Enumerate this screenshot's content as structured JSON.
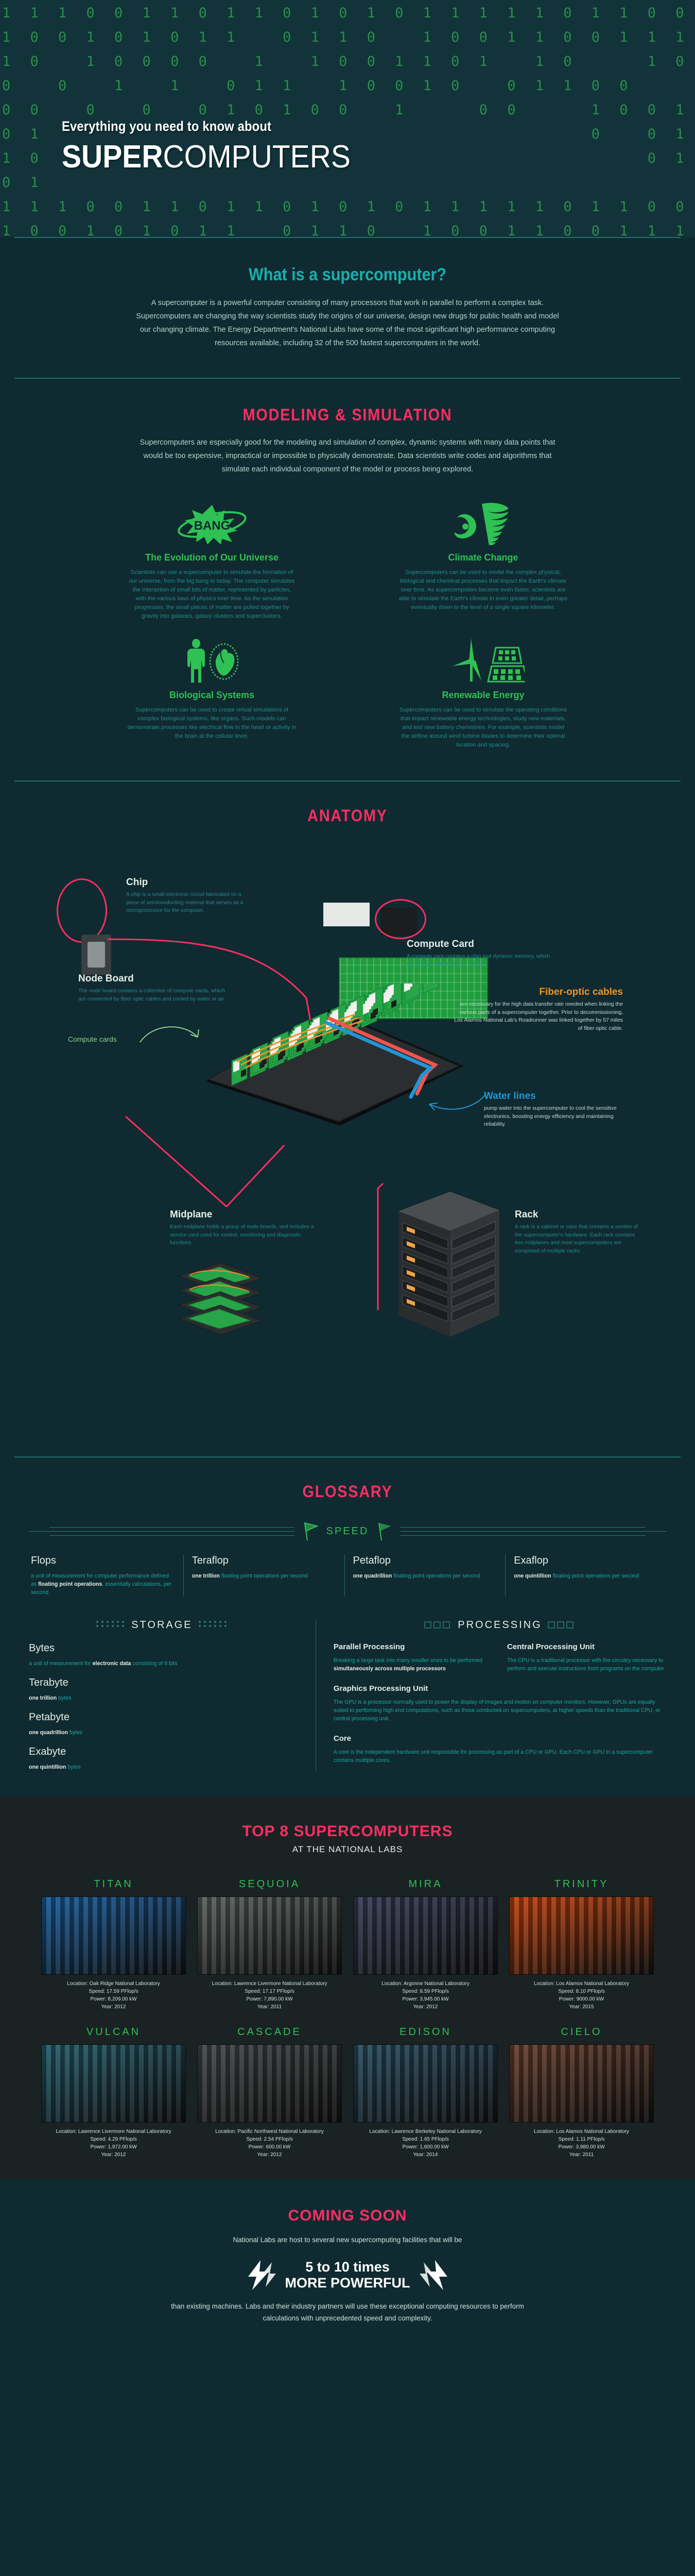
{
  "hero": {
    "kicker": "Everything you need to know about",
    "title_bold": "SUPER",
    "title_light": "COMPUTERS",
    "binary_rows": [
      "1 1 1 0 0 1 1 0 1 1 0 1 0 1 0 1 1 1 1 1 0 1 1 0 0 1 0 1 1 0 1 0 1 1",
      "1 0 0 1 0 1 0 1 1   0 1 1 0   1 0 0 1 1 0 0 1 1 1 1 1 1 0 1 1     1",
      "1 0   1 0 0 0 0   1   1 0 0 1 1 0 1   1 0     1 0 0 1 0 0 1 1 0 1 0",
      "0   0   1   1   0 1 1   1 0 0 1 0   0 1 1 0 0     0 1 0   0     0 0",
      "0 0   0   0   0 1 0 1 0 0   1     0 0     1 0 0 1 1     0   0 1   1",
      "0 1                                       0   0 1 0     0        1",
      "1 0                                           0 1   1 1 0 1 0    1",
      "0 1                                                             0 1"
    ]
  },
  "what_is": {
    "heading": "What is a supercomputer?",
    "body": "A supercomputer is a powerful computer consisting of many processors that work in parallel to perform a complex task. Supercomputers are changing the way scientists study the origins of our universe, design new drugs for public health and model our changing climate. The Energy Department's National Labs have some of the most significant high performance computing resources available, including 32 of the 500 fastest supercomputers in the world."
  },
  "modeling": {
    "heading": "MODELING & SIMULATION",
    "body": "Supercomputers are especially good for the modeling and simulation of complex, dynamic systems with many data points that would be too expensive, impractical or impossible to physically demonstrate. Data scientists write codes and algorithms that simulate each individual component of the model or process being explored.",
    "cards": [
      {
        "icon": "big-bang-icon",
        "title": "The Evolution of Our Universe",
        "text": "Scientists can use a supercomputer to simulate the formation of our universe, from the big bang to today. The computer simulates the interaction of small bits of matter, represented by particles, with the various laws of physics over time. As the simulation progresses, the small pieces of matter are pulled together by gravity into galaxies, galaxy clusters and superclusters."
      },
      {
        "icon": "hurricane-tornado-icon",
        "title": "Climate Change",
        "text": "Supercomputers can be used to model the complex physical, biological and chemical processes that impact the Earth's climate over time. As supercomputers become even faster, scientists are able to simulate the Earth's climate in even greater detail, perhaps eventually down to the level of a single square kilometer."
      },
      {
        "icon": "human-heart-icon",
        "title": "Biological Systems",
        "text": "Supercomputers can be used to create virtual simulations of complex biological systems, like organs. Such models can demonstrate processes like electrical flow in the heart or activity in the brain at the cellular level."
      },
      {
        "icon": "wind-turbine-solar-icon",
        "title": "Renewable Energy",
        "text": "Supercomputers can be used to simulate the operating conditions that impact renewable energy technologies, study new materials, and test new battery chemistries. For example, scientists model the airflow around wind turbine blades to determine their optimal location and spacing."
      }
    ]
  },
  "anatomy": {
    "heading": "ANATOMY",
    "parts": [
      {
        "icon": "chip-icon",
        "title": "Chip",
        "text": "A chip is a small electronic circuit fabricated on a piece of semiconducting material that serves as a microprocessor for the computer."
      },
      {
        "icon": "compute-card-icon",
        "title": "Compute Card",
        "text": "A compute card contains a chip and dynamic memory, which are known collectively as a node."
      },
      {
        "icon": "node-board-icon",
        "title": "Node Board",
        "text": "The node board contains a collection of compute cards, which are connected by fiber optic cables and cooled by water or air."
      },
      {
        "icon": "fiber-optic-icon",
        "title": "Fiber-optic cables",
        "text": "are necessary for the high data transfer rate needed when linking the various parts of a supercomputer together. Prior to decommissioning, Los Alamos National Lab's Roadrunner was linked together by 57 miles of fiber optic cable."
      },
      {
        "icon": "water-lines-icon",
        "title": "Water lines",
        "text": "pump water into the supercomputer to cool the sensitive electronics, boosting energy efficiency and maintaining reliability."
      },
      {
        "icon": "midplane-icon",
        "title": "Midplane",
        "text": "Each midplane holds a group of node boards, and includes a service card used for control, monitoring and diagnostic functions."
      },
      {
        "icon": "rack-icon",
        "title": "Rack",
        "text": "A rack is a cabinet or case that contains a section of the supercomputer's hardware. Each rack contains two midplanes and most supercomputers are comprised of multiple racks."
      }
    ],
    "callout_compute_cards": "Compute cards"
  },
  "glossary": {
    "heading": "GLOSSARY",
    "bands": {
      "speed": "SPEED",
      "storage": "STORAGE",
      "processing": "PROCESSING"
    },
    "speed": [
      {
        "term": "Flops",
        "def_parts": [
          {
            "t": "a unit of measurement for computer performance defined as ",
            "b": false
          },
          {
            "t": "floating point operations",
            "b": true
          },
          {
            "t": ", essentially calculations, per second",
            "b": false
          }
        ]
      },
      {
        "term": "Teraflop",
        "def_parts": [
          {
            "t": "one trillion",
            "b": true
          },
          {
            "t": " floating point operations per second",
            "b": false
          }
        ]
      },
      {
        "term": "Petaflop",
        "def_parts": [
          {
            "t": "one quadrillion",
            "b": true
          },
          {
            "t": " floating point operations per second",
            "b": false
          }
        ]
      },
      {
        "term": "Exaflop",
        "def_parts": [
          {
            "t": "one quintillion",
            "b": true
          },
          {
            "t": " floating point operations per second",
            "b": false
          }
        ]
      }
    ],
    "storage": [
      {
        "term": "Bytes",
        "def_parts": [
          {
            "t": "a unit of measurement for ",
            "b": false
          },
          {
            "t": "electronic data",
            "b": true
          },
          {
            "t": " consisting of 8 bits",
            "b": false
          }
        ]
      },
      {
        "term": "Terabyte",
        "def_parts": [
          {
            "t": "one trillion",
            "b": true
          },
          {
            "t": " bytes",
            "b": false
          }
        ]
      },
      {
        "term": "Petabyte",
        "def_parts": [
          {
            "t": "one quadrillion",
            "b": true
          },
          {
            "t": " bytes",
            "b": false
          }
        ]
      },
      {
        "term": "Exabyte",
        "def_parts": [
          {
            "t": "one quintillion",
            "b": true
          },
          {
            "t": " bytes",
            "b": false
          }
        ]
      }
    ],
    "processing": [
      {
        "term": "Parallel Processing",
        "def_parts": [
          {
            "t": "Breaking a large task into many smaller ones to be performed ",
            "b": false
          },
          {
            "t": "simultaneously across multiple processors",
            "b": true
          }
        ]
      },
      {
        "term": "Central Processing Unit",
        "def_parts": [
          {
            "t": "The CPU is a traditional processor with the circuitry necessary to perform and execute instructions from programs on the computer",
            "b": false
          }
        ]
      },
      {
        "term": "Graphics Processing Unit",
        "def_parts": [
          {
            "t": "The GPU is a processor normally used to power the display of images and motion on computer monitors. However, GPUs are equally suited to performing high end computations, such as those conducted on supercomputers, at higher speeds than the traditional CPU, or central processing unit.",
            "b": false
          }
        ]
      },
      {
        "term": "Core",
        "def_parts": [
          {
            "t": "A core is the independent hardware unit responsible for processing as part of a CPU or GPU. Each CPU or GPU in a supercomputer contains multiple cores.",
            "b": false
          }
        ]
      }
    ]
  },
  "top8": {
    "heading": "TOP 8 SUPERCOMPUTERS",
    "subheading": "AT THE NATIONAL LABS",
    "items": [
      {
        "name": "TITAN",
        "image": "titan-photo",
        "location": "Location: Oak Ridge National Laboratory",
        "speed": "Speed: 17.59 PFlop/s",
        "power": "Power: 8,209.00 kW",
        "year": "Year: 2012"
      },
      {
        "name": "SEQUOIA",
        "image": "sequoia-photo",
        "location": "Location: Lawrence Livermore National Laboratory",
        "speed": "Speed: 17.17 PFlop/s",
        "power": "Power: 7,890.00 kW",
        "year": "Year: 2011"
      },
      {
        "name": "MIRA",
        "image": "mira-photo",
        "location": "Location: Argonne National Laboratory",
        "speed": "Speed: 8.59 PFlop/s",
        "power": "Power: 3,945.00 kW",
        "year": "Year: 2012"
      },
      {
        "name": "TRINITY",
        "image": "trinity-photo",
        "location": "Location: Los Alamos National Laboratory",
        "speed": "Speed: 8.10 PFlop/s",
        "power": "Power: 9000.00 kW",
        "year": "Year: 2015"
      },
      {
        "name": "VULCAN",
        "image": "vulcan-photo",
        "location": "Location: Lawrence Livermore National Laboratory",
        "speed": "Speed: 4.29 PFlop/s",
        "power": "Power: 1,972.00 kW",
        "year": "Year: 2012"
      },
      {
        "name": "CASCADE",
        "image": "cascade-photo",
        "location": "Location: Pacific Northwest National Laboratory",
        "speed": "Speed: 2.54 PFlop/s",
        "power": "Power: 600.00 kW",
        "year": "Year: 2012"
      },
      {
        "name": "EDISON",
        "image": "edison-photo",
        "location": "Location: Lawrence Berkeley National Laboratory",
        "speed": "Speed: 1.65 PFlop/s",
        "power": "Power: 1,600.00 kW",
        "year": "Year: 2014"
      },
      {
        "name": "CIELO",
        "image": "cielo-photo",
        "location": "Location: Los Alamos National Laboratory",
        "speed": "Speed: 1.11 PFlop/s",
        "power": "Power: 3,980.00 kW",
        "year": "Year: 2011"
      }
    ]
  },
  "coming_soon": {
    "heading": "COMING SOON",
    "lead": "National Labs are host to several new supercomputing facilities that will be",
    "big_line1": "5 to 10 times",
    "big_line2": "MORE POWERFUL",
    "tail": "than existing machines. Labs and their industry partners will use these exceptional computing resources to perform calculations with unprecedented speed and complexity."
  },
  "colors": {
    "bg": "#0f2a30",
    "pink": "#ff2d63",
    "teal": "#17b0ab",
    "green": "#2fc153",
    "orange": "#f39324",
    "blue": "#2196d6"
  }
}
